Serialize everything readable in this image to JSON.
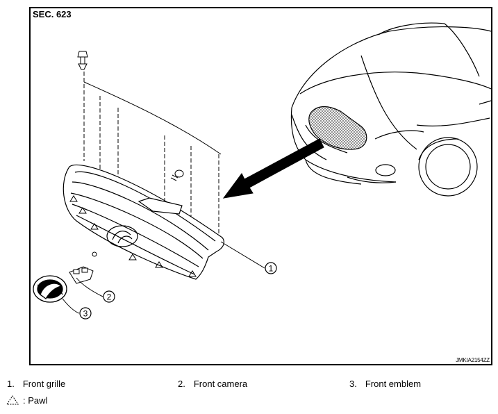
{
  "section_label": "SEC. 623",
  "figure_id": "JMKIA2154ZZ",
  "callouts": [
    "1",
    "2",
    "3"
  ],
  "legend": [
    {
      "number": "1.",
      "label": "Front grille"
    },
    {
      "number": "2.",
      "label": "Front camera"
    },
    {
      "number": "3.",
      "label": "Front emblem"
    }
  ],
  "pawl_note": ": Pawl",
  "icons": [
    "clip-icon",
    "screw-icon",
    "pawl-triangle-icon",
    "direction-arrow-icon"
  ]
}
